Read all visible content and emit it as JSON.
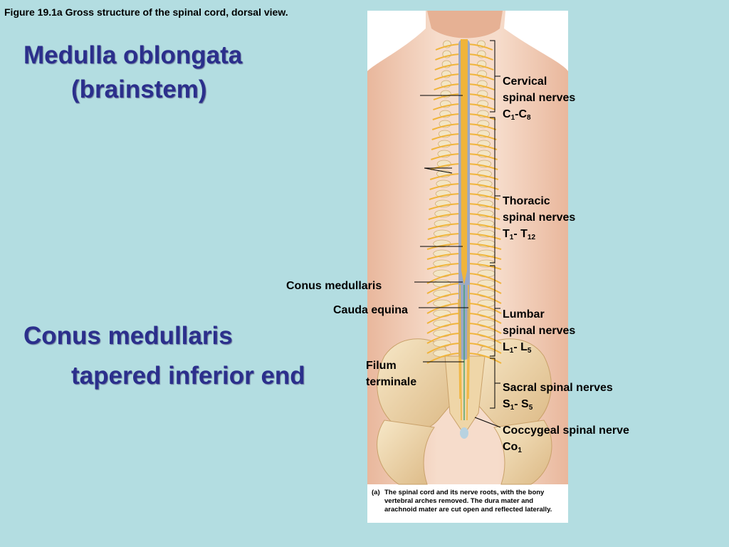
{
  "figure_caption": "Figure 19.1a  Gross structure of the spinal cord, dorsal view.",
  "headings": {
    "medulla_line1": "Medulla oblongata",
    "medulla_line2": "(brainstem)",
    "conus_line1": "Conus medullaris",
    "conus_line2": "tapered inferior end"
  },
  "labels": {
    "cervical": {
      "line1": "Cervical",
      "line2": "spinal nerves",
      "range_a": "C",
      "sub_a": "1",
      "sep": "-",
      "range_b": "C",
      "sub_b": "8"
    },
    "thoracic": {
      "line1": "Thoracic",
      "line2": "spinal nerves",
      "range_a": "T",
      "sub_a": "1",
      "sep": "- ",
      "range_b": "T",
      "sub_b": "12"
    },
    "lumbar": {
      "line1": "Lumbar",
      "line2": "spinal nerves",
      "range_a": "L",
      "sub_a": "1",
      "sep": "- ",
      "range_b": "L",
      "sub_b": "5"
    },
    "sacral": {
      "line1": "Sacral spinal nerves",
      "range_a": "S",
      "sub_a": "1",
      "sep": "- ",
      "range_b": "S",
      "sub_b": "5"
    },
    "coccygeal": {
      "line1": "Coccygeal spinal nerve",
      "range_a": "Co",
      "sub_a": "1"
    },
    "conus_medullaris": "Conus medullaris",
    "cauda_equina": "Cauda equina",
    "filum_line1": "Filum",
    "filum_line2": "terminale"
  },
  "panel_caption": {
    "tag": "(a)",
    "text": "The spinal cord and its nerve roots, with the bony vertebral arches removed. The dura mater and arachnoid mater are cut open and reflected laterally."
  },
  "colors": {
    "background": "#b3dde1",
    "heading": "#2b2f8c",
    "nerve": "#f0b43a",
    "skin": "#f3d8c4",
    "bone": "#f0dcb2"
  }
}
